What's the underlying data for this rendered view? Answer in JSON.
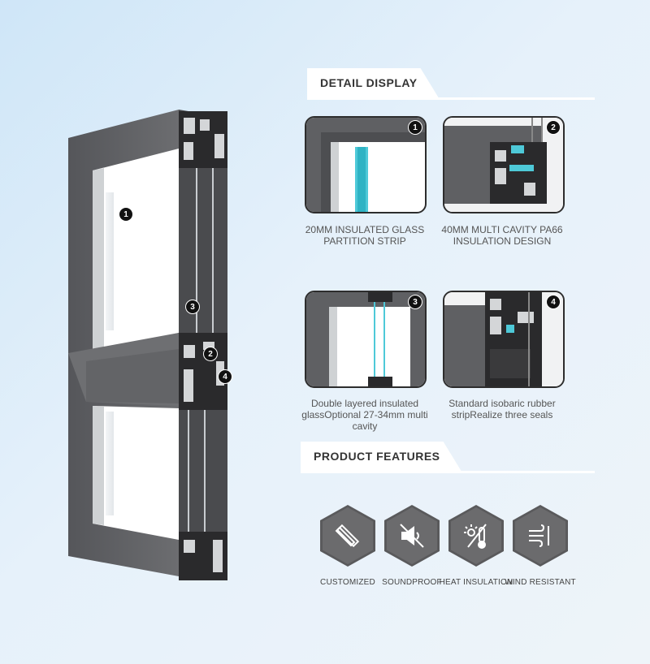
{
  "detail_section": {
    "title": "DETAIL DISPLAY"
  },
  "window_callouts": [
    "1",
    "3",
    "2",
    "4"
  ],
  "details": [
    {
      "number": "1",
      "caption": "20MM INSULATED GLASS PARTITION STRIP"
    },
    {
      "number": "2",
      "caption": "40MM MULTI CAVITY PA66 INSULATION DESIGN"
    },
    {
      "number": "3",
      "caption": "Double layered insulated glassOptional 27-34mm multi cavity"
    },
    {
      "number": "4",
      "caption": "Standard isobaric rubber stripRealize three seals"
    }
  ],
  "features_section": {
    "title": "PRODUCT FEATURES"
  },
  "features": [
    {
      "label": "CUSTOMIZED",
      "icon": "ruler-pencil-icon"
    },
    {
      "label": "SOUNDPROOF",
      "icon": "muted-speaker-icon"
    },
    {
      "label": "HEAT INSULATION",
      "icon": "sun-thermometer-icon"
    },
    {
      "label": "WIND RESISTANT",
      "icon": "wind-icon"
    }
  ],
  "colors": {
    "frame": "#5b5c5e",
    "frame_dark": "#3f4042",
    "accent_glass": "#4ec9d8",
    "background": "#dbeaf6"
  }
}
